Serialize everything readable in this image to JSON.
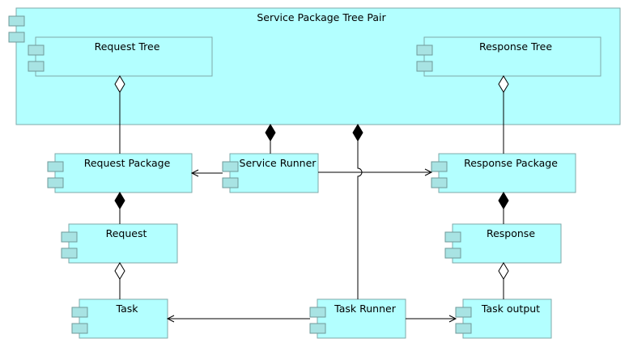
{
  "diagram": {
    "container": {
      "label": "Service Package Tree Pair"
    },
    "components": {
      "request_tree": "Request Tree",
      "response_tree": "Response Tree",
      "request_package": "Request Package",
      "service_runner": "Service Runner",
      "response_package": "Response Package",
      "request": "Request",
      "response": "Response",
      "task": "Task",
      "task_runner": "Task Runner",
      "task_output": "Task output"
    },
    "colors": {
      "component_fill": "#b3ffff",
      "component_border": "#7fa9a9",
      "port_fill": "#a8e3e3",
      "line": "#000000"
    }
  }
}
